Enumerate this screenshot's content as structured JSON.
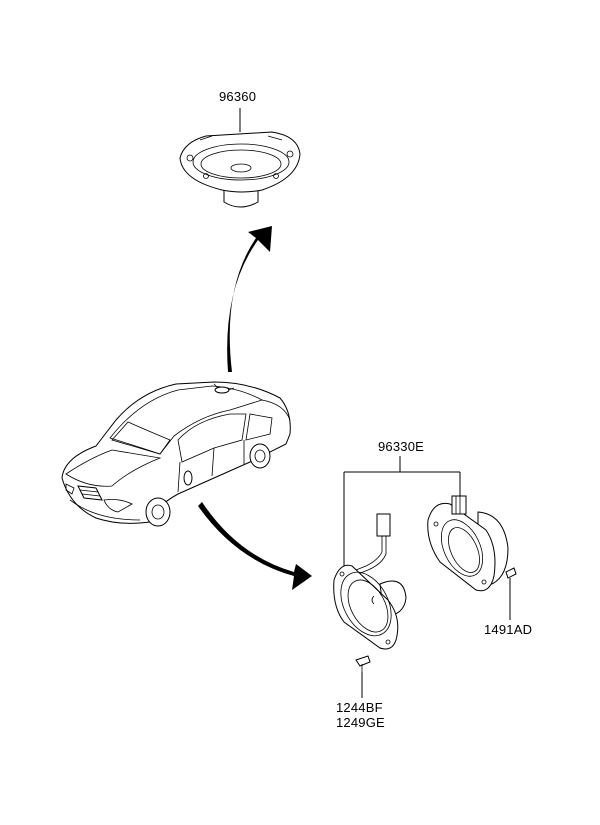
{
  "parts": {
    "rear_speaker": "96360",
    "front_speaker_set": "96330E",
    "screw": "1491AD",
    "fastener_1": "1244BF",
    "fastener_2": "1249GE"
  },
  "colors": {
    "line": "#000000",
    "background": "#ffffff"
  },
  "icons": [
    "arrow-up-icon",
    "arrow-down-icon"
  ]
}
